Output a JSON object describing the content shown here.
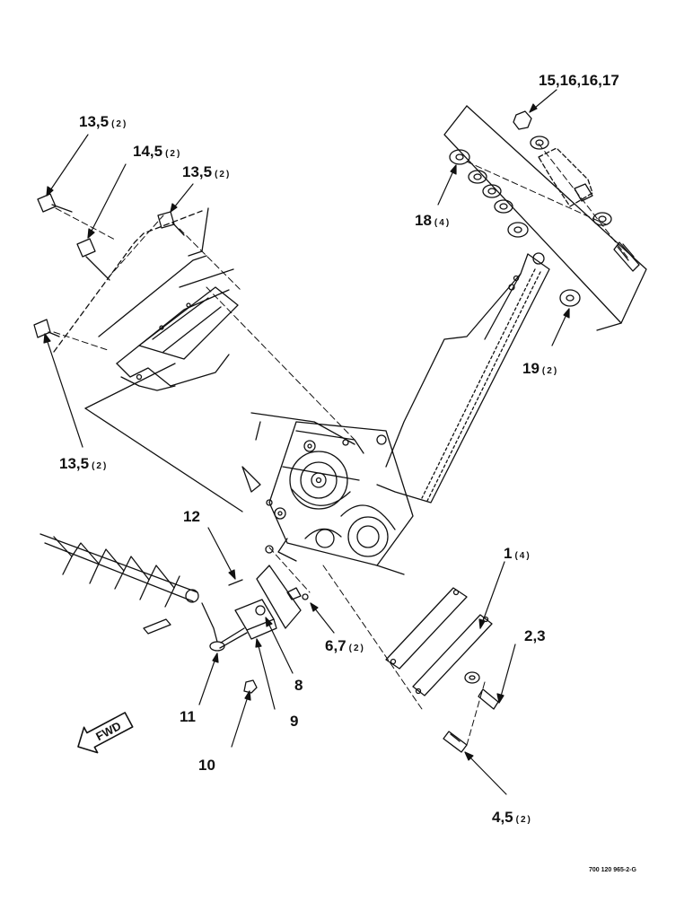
{
  "callouts": {
    "c_13_5_top": {
      "num": "13,5",
      "qty": "(2)"
    },
    "c_14_5": {
      "num": "14,5",
      "qty": "(2)"
    },
    "c_13_5_mid": {
      "num": "13,5",
      "qty": "(2)"
    },
    "c_13_5_left": {
      "num": "13,5",
      "qty": "(2)"
    },
    "c_15_17": {
      "num": "15,16,16,17",
      "qty": ""
    },
    "c_18": {
      "num": "18",
      "qty": "(4)"
    },
    "c_19": {
      "num": "19",
      "qty": "(2)"
    },
    "c_12": {
      "num": "12",
      "qty": ""
    },
    "c_1": {
      "num": "1",
      "qty": "(4)"
    },
    "c_2_3": {
      "num": "2,3",
      "qty": ""
    },
    "c_6_7": {
      "num": "6,7",
      "qty": "(2)"
    },
    "c_8": {
      "num": "8",
      "qty": ""
    },
    "c_9": {
      "num": "9",
      "qty": ""
    },
    "c_10": {
      "num": "10",
      "qty": ""
    },
    "c_11": {
      "num": "11",
      "qty": ""
    },
    "c_4_5": {
      "num": "4,5",
      "qty": "(2)"
    }
  },
  "fwd_label": "FWD",
  "drawing_code": "700 120 965-2-G"
}
